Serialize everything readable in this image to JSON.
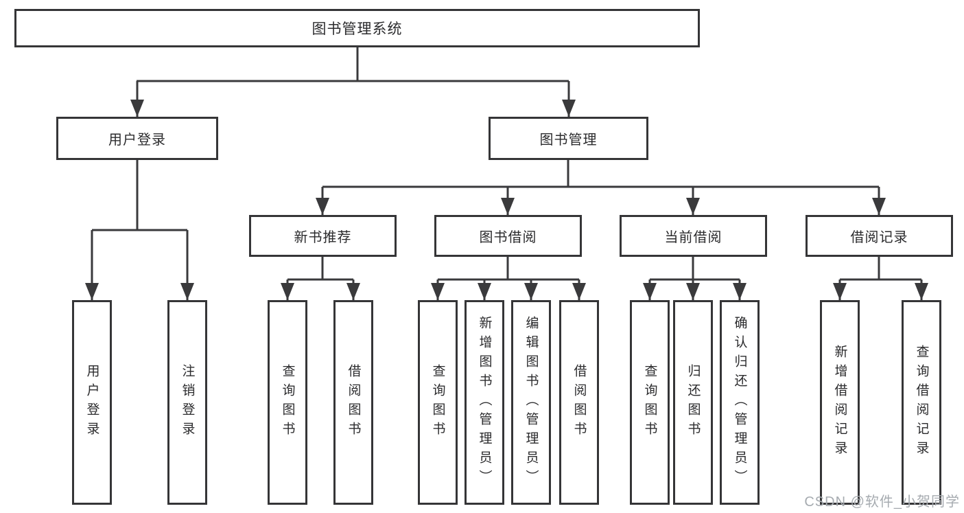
{
  "diagram": {
    "root": {
      "label": "图书管理系统"
    },
    "level2": [
      {
        "label": "用户登录"
      },
      {
        "label": "图书管理"
      }
    ],
    "level3": [
      {
        "label": "新书推荐"
      },
      {
        "label": "图书借阅"
      },
      {
        "label": "当前借阅"
      },
      {
        "label": "借阅记录"
      }
    ],
    "leaves": [
      {
        "label": "用户登录",
        "parent": "用户登录"
      },
      {
        "label": "注销登录",
        "parent": "用户登录"
      },
      {
        "label": "查询图书",
        "parent": "新书推荐"
      },
      {
        "label": "借阅图书",
        "parent": "新书推荐"
      },
      {
        "label": "查询图书",
        "parent": "图书借阅"
      },
      {
        "label": "新增图书（管理员）",
        "parent": "图书借阅"
      },
      {
        "label": "编辑图书（管理员）",
        "parent": "图书借阅"
      },
      {
        "label": "借阅图书",
        "parent": "图书借阅"
      },
      {
        "label": "查询图书",
        "parent": "当前借阅"
      },
      {
        "label": "归还图书",
        "parent": "当前借阅"
      },
      {
        "label": "确认归还（管理员）",
        "parent": "当前借阅"
      },
      {
        "label": "新增借阅记录",
        "parent": "借阅记录"
      },
      {
        "label": "查询借阅记录",
        "parent": "借阅记录"
      }
    ]
  },
  "watermark": {
    "text": "CSDN @软件_小贺同学"
  },
  "colors": {
    "line": "#3a3a3c",
    "box_border": "#353537",
    "text": "#2b2b2d",
    "watermark": "#a6abb0",
    "background": "#ffffff"
  }
}
